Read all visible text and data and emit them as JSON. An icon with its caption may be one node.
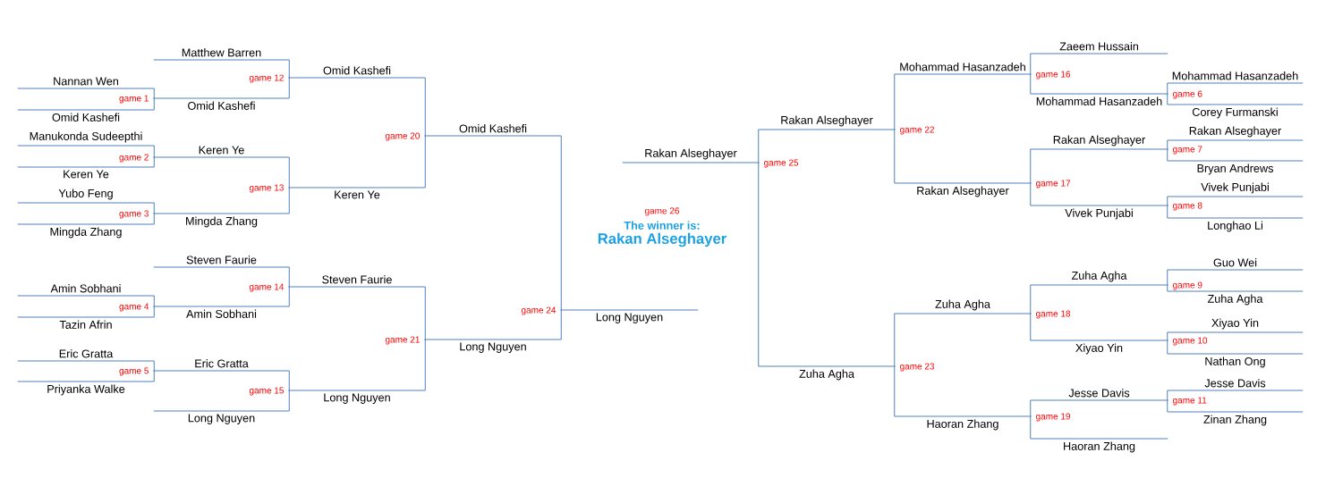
{
  "diagram": {
    "nodes": [
      {
        "text": [
          "Matthew Barren"
        ]
      },
      {
        "text": [
          "Nannan Wen"
        ]
      },
      {
        "text": [
          "Omid Kashefi"
        ]
      },
      {
        "text": [
          "Omid Kashefi"
        ],
        "beside": [
          "game 1"
        ]
      },
      {
        "text": [
          "Omid Kashefi"
        ],
        "beside": [
          "game 12"
        ]
      },
      {
        "text": [
          "Manukonda Sudeepthi"
        ]
      },
      {
        "text": [
          "Keren Ye"
        ]
      },
      {
        "text": [
          "Keren Ye"
        ],
        "beside": [
          "game 2"
        ]
      },
      {
        "text": [
          "Yubo Feng"
        ]
      },
      {
        "text": [
          "Mingda Zhang"
        ]
      },
      {
        "text": [
          "Mingda Zhang"
        ],
        "beside": [
          "game 3"
        ]
      },
      {
        "text": [
          "Keren Ye"
        ],
        "beside": [
          "game 13"
        ]
      },
      {
        "text": [
          "Omid Kashefi"
        ],
        "beside": [
          "game 20"
        ]
      },
      {
        "text": [
          "Steven Faurie"
        ]
      },
      {
        "text": [
          "Amin Sobhani"
        ]
      },
      {
        "text": [
          "Tazin Afrin"
        ]
      },
      {
        "text": [
          "Amin Sobhani"
        ],
        "beside": [
          "game 4"
        ]
      },
      {
        "text": [
          "Steven Faurie"
        ],
        "beside": [
          "game 14"
        ]
      },
      {
        "text": [
          "Eric Gratta"
        ]
      },
      {
        "text": [
          "Priyanka Walke"
        ]
      },
      {
        "text": [
          "Eric Gratta"
        ],
        "beside": [
          "game 5"
        ]
      },
      {
        "text": [
          "Long Nguyen"
        ]
      },
      {
        "text": [
          "Long Nguyen"
        ],
        "beside": [
          "game 15"
        ]
      },
      {
        "text": [
          "Long Nguyen"
        ],
        "beside": [
          "game 21"
        ]
      },
      {
        "text": [
          "Long Nguyen"
        ],
        "beside": [
          "game 24"
        ]
      },
      {
        "text": [
          "The winner is:",
          "Rakan Alseghayer"
        ],
        "beside": [
          "game 26"
        ]
      },
      {
        "text": [
          "Rakan Alseghayer"
        ],
        "beside": [
          "game 25"
        ]
      },
      {
        "text": [
          "Rakan Alseghayer"
        ],
        "beside": [
          "game 22"
        ]
      },
      {
        "text": [
          "Zuha Agha"
        ],
        "beside": [
          "game 23"
        ]
      },
      {
        "text": [
          "Mohammad Hasanzadeh"
        ],
        "beside": [
          "game 16"
        ]
      },
      {
        "text": [
          "Rakan Alseghayer"
        ],
        "beside": [
          "game 17"
        ]
      },
      {
        "text": [
          "Zaeem Hussain"
        ]
      },
      {
        "text": [
          "Mohammad Hasanzadeh"
        ],
        "beside": [
          "game 6"
        ]
      },
      {
        "text": [
          "Mohammad Hasanzadeh"
        ]
      },
      {
        "text": [
          "Corey Furmanski"
        ]
      },
      {
        "text": [
          "Rakan Alseghayer"
        ],
        "beside": [
          "game 7"
        ]
      },
      {
        "text": [
          "Vivek Punjabi"
        ],
        "beside": [
          "game 8"
        ]
      },
      {
        "text": [
          "Rakan Alseghayer"
        ]
      },
      {
        "text": [
          "Bryan Andrews"
        ]
      },
      {
        "text": [
          "Vivek Punjabi"
        ]
      },
      {
        "text": [
          "Longhao Li"
        ]
      },
      {
        "text": [
          "Zuha Agha"
        ],
        "beside": [
          "game 18"
        ]
      },
      {
        "text": [
          "Haoran Zhang"
        ],
        "beside": [
          "game 19"
        ]
      },
      {
        "text": [
          "Zuha Agha"
        ],
        "beside": [
          "game 9"
        ]
      },
      {
        "text": [
          "Xiyao Yin"
        ],
        "beside": [
          "game 10"
        ]
      },
      {
        "text": [
          "Guo Wei"
        ]
      },
      {
        "text": [
          "Zuha Agha"
        ]
      },
      {
        "text": [
          "Xiyao Yin"
        ]
      },
      {
        "text": [
          "Nathan Ong"
        ]
      },
      {
        "text": [
          "Jesse Davis"
        ],
        "beside": [
          "game 11"
        ]
      },
      {
        "text": [
          "Haoran Zhang"
        ]
      },
      {
        "text": [
          "Jesse Davis"
        ]
      },
      {
        "text": [
          "Zinan Zhang"
        ]
      }
    ],
    "edges": [
      {
        "from": 1,
        "to": 3,
        "arrow": "none"
      },
      {
        "from": 2,
        "to": 3,
        "arrow": "none"
      },
      {
        "from": 0,
        "to": 4,
        "arrow": "none"
      },
      {
        "from": 3,
        "to": 4,
        "arrow": "none"
      },
      {
        "from": 5,
        "to": 7,
        "arrow": "none"
      },
      {
        "from": 6,
        "to": 7,
        "arrow": "none"
      },
      {
        "from": 8,
        "to": 10,
        "arrow": "none"
      },
      {
        "from": 9,
        "to": 10,
        "arrow": "none"
      },
      {
        "from": 7,
        "to": 11,
        "arrow": "none"
      },
      {
        "from": 10,
        "to": 11,
        "arrow": "none"
      },
      {
        "from": 4,
        "to": 12,
        "arrow": "none"
      },
      {
        "from": 11,
        "to": 12,
        "arrow": "none"
      },
      {
        "from": 14,
        "to": 16,
        "arrow": "none"
      },
      {
        "from": 15,
        "to": 16,
        "arrow": "none"
      },
      {
        "from": 13,
        "to": 17,
        "arrow": "none"
      },
      {
        "from": 16,
        "to": 17,
        "arrow": "none"
      },
      {
        "from": 18,
        "to": 20,
        "arrow": "none"
      },
      {
        "from": 19,
        "to": 20,
        "arrow": "none"
      },
      {
        "from": 20,
        "to": 22,
        "arrow": "none"
      },
      {
        "from": 21,
        "to": 22,
        "arrow": "none"
      },
      {
        "from": 17,
        "to": 23,
        "arrow": "none"
      },
      {
        "from": 22,
        "to": 23,
        "arrow": "none"
      },
      {
        "from": 12,
        "to": 24,
        "arrow": "none"
      },
      {
        "from": 23,
        "to": 24,
        "arrow": "none"
      },
      {
        "from": 27,
        "to": 26,
        "arrow": "none"
      },
      {
        "from": 28,
        "to": 26,
        "arrow": "none"
      },
      {
        "from": 29,
        "to": 27,
        "arrow": "none"
      },
      {
        "from": 30,
        "to": 27,
        "arrow": "none"
      },
      {
        "from": 31,
        "to": 29,
        "arrow": "none"
      },
      {
        "from": 32,
        "to": 29,
        "arrow": "none"
      },
      {
        "from": 33,
        "to": 32,
        "arrow": "none"
      },
      {
        "from": 34,
        "to": 32,
        "arrow": "none"
      },
      {
        "from": 35,
        "to": 30,
        "arrow": "none"
      },
      {
        "from": 36,
        "to": 30,
        "arrow": "none"
      },
      {
        "from": 37,
        "to": 35,
        "arrow": "none"
      },
      {
        "from": 38,
        "to": 35,
        "arrow": "none"
      },
      {
        "from": 39,
        "to": 36,
        "arrow": "none"
      },
      {
        "from": 40,
        "to": 36,
        "arrow": "none"
      },
      {
        "from": 41,
        "to": 28,
        "arrow": "none"
      },
      {
        "from": 42,
        "to": 28,
        "arrow": "none"
      },
      {
        "from": 43,
        "to": 41,
        "arrow": "none"
      },
      {
        "from": 44,
        "to": 41,
        "arrow": "none"
      },
      {
        "from": 45,
        "to": 43,
        "arrow": "none"
      },
      {
        "from": 46,
        "to": 43,
        "arrow": "none"
      },
      {
        "from": 47,
        "to": 44,
        "arrow": "none"
      },
      {
        "from": 48,
        "to": 44,
        "arrow": "none"
      },
      {
        "from": 49,
        "to": 42,
        "arrow": "none"
      },
      {
        "from": 50,
        "to": 42,
        "arrow": "none"
      },
      {
        "from": 51,
        "to": 49,
        "arrow": "none"
      },
      {
        "from": 52,
        "to": 49,
        "arrow": "none"
      }
    ]
  }
}
